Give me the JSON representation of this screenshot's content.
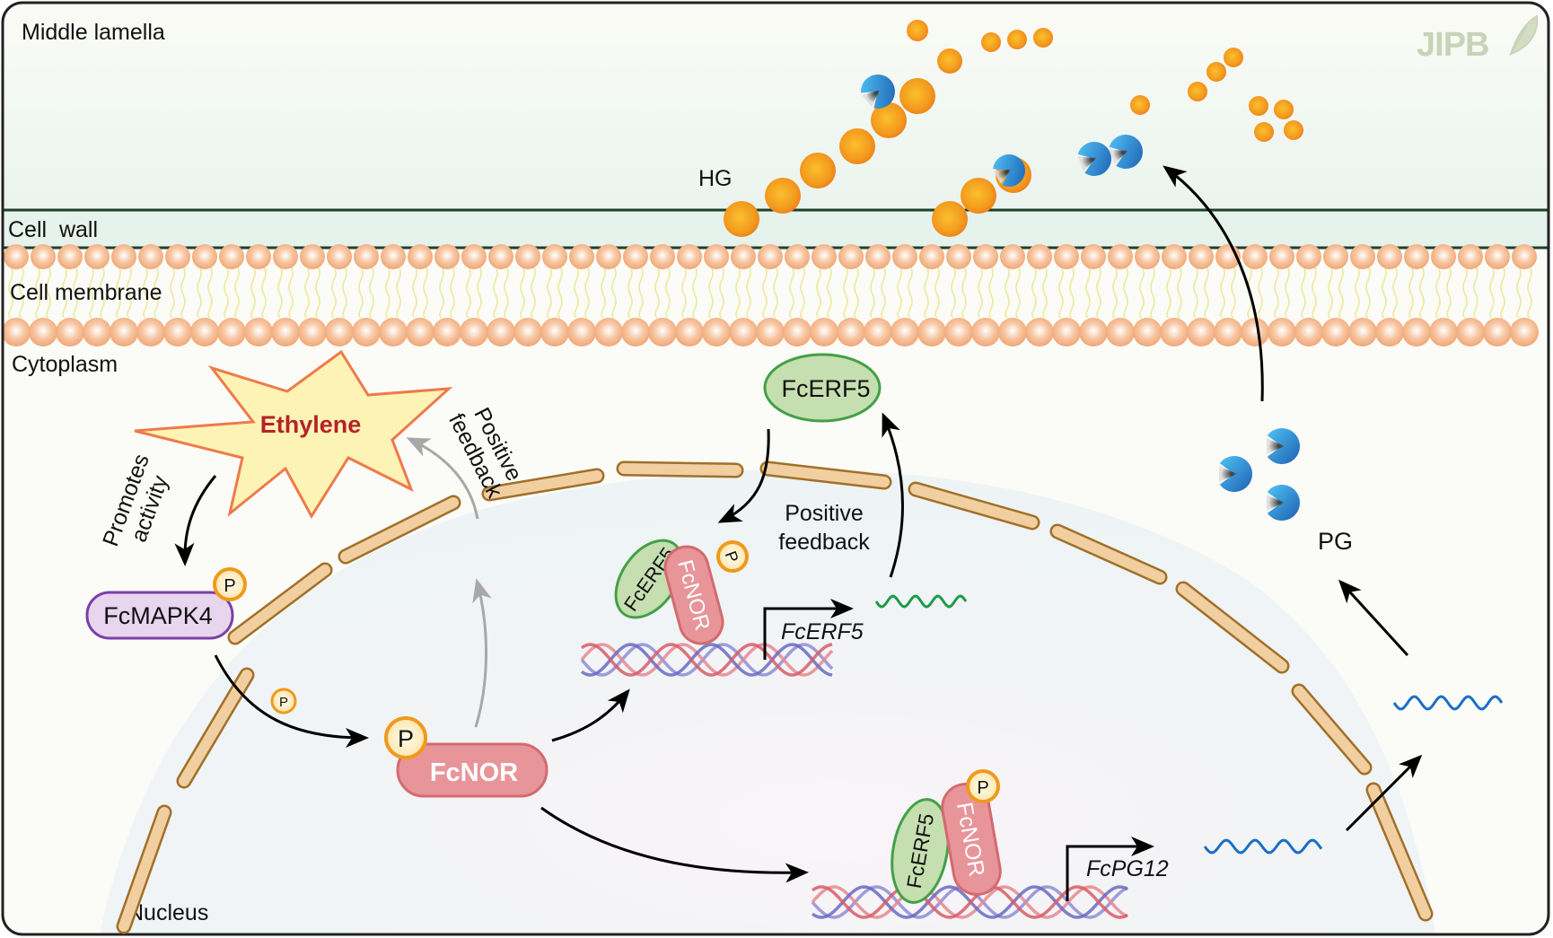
{
  "figure": {
    "watermark": "JIPB",
    "regions": {
      "middle_lamella": "Middle lamella",
      "cell_wall": "Cell  wall",
      "cell_membrane": "Cell membrane",
      "cytoplasm": "Cytoplasm",
      "nucleus": "Nucleus"
    },
    "molecules": {
      "ethylene": "Ethylene",
      "fcmapk4": "FcMAPK4",
      "fcnor": "FcNOR",
      "fcerf5": "FcERF5",
      "phospho": "P",
      "hg": "HG",
      "pg": "PG"
    },
    "genes": {
      "fcerf5_gene": "FcERF5",
      "fcpg12_gene": "FcPG12"
    },
    "annotations": {
      "promotes_activity_line1": "Promotes",
      "promotes_activity_line2": "activity",
      "positive_feedback_outer_line1": "Positive",
      "positive_feedback_outer_line2": "feedback",
      "positive_feedback_inner_line1": "Positive",
      "positive_feedback_inner_line2": "feedback"
    },
    "colors": {
      "ethylene_text": "#b5232a",
      "ethylene_fill": "#fdf3b5",
      "ethylene_stroke": "#ee7a4a",
      "fcnor_fill": "#e8959a",
      "fcnor_stroke": "#d46a70",
      "fcerf5_fill": "#c5dfb0",
      "fcerf5_stroke": "#43a047",
      "fcmapk4_fill": "#e8d5ee",
      "fcmapk4_stroke": "#7a3fa8",
      "phospho_stroke": "#ef9a1c",
      "hg_orange": "#f39a1e",
      "pg_blue": "#2f8fd8",
      "nuclear_envelope": "#f2cfa0",
      "mrna_green": "#1e9a4a",
      "mrna_blue": "#1a6fc4",
      "cell_wall_fill": "#e6f2ec",
      "cell_wall_stroke": "#1f3f2a"
    }
  }
}
